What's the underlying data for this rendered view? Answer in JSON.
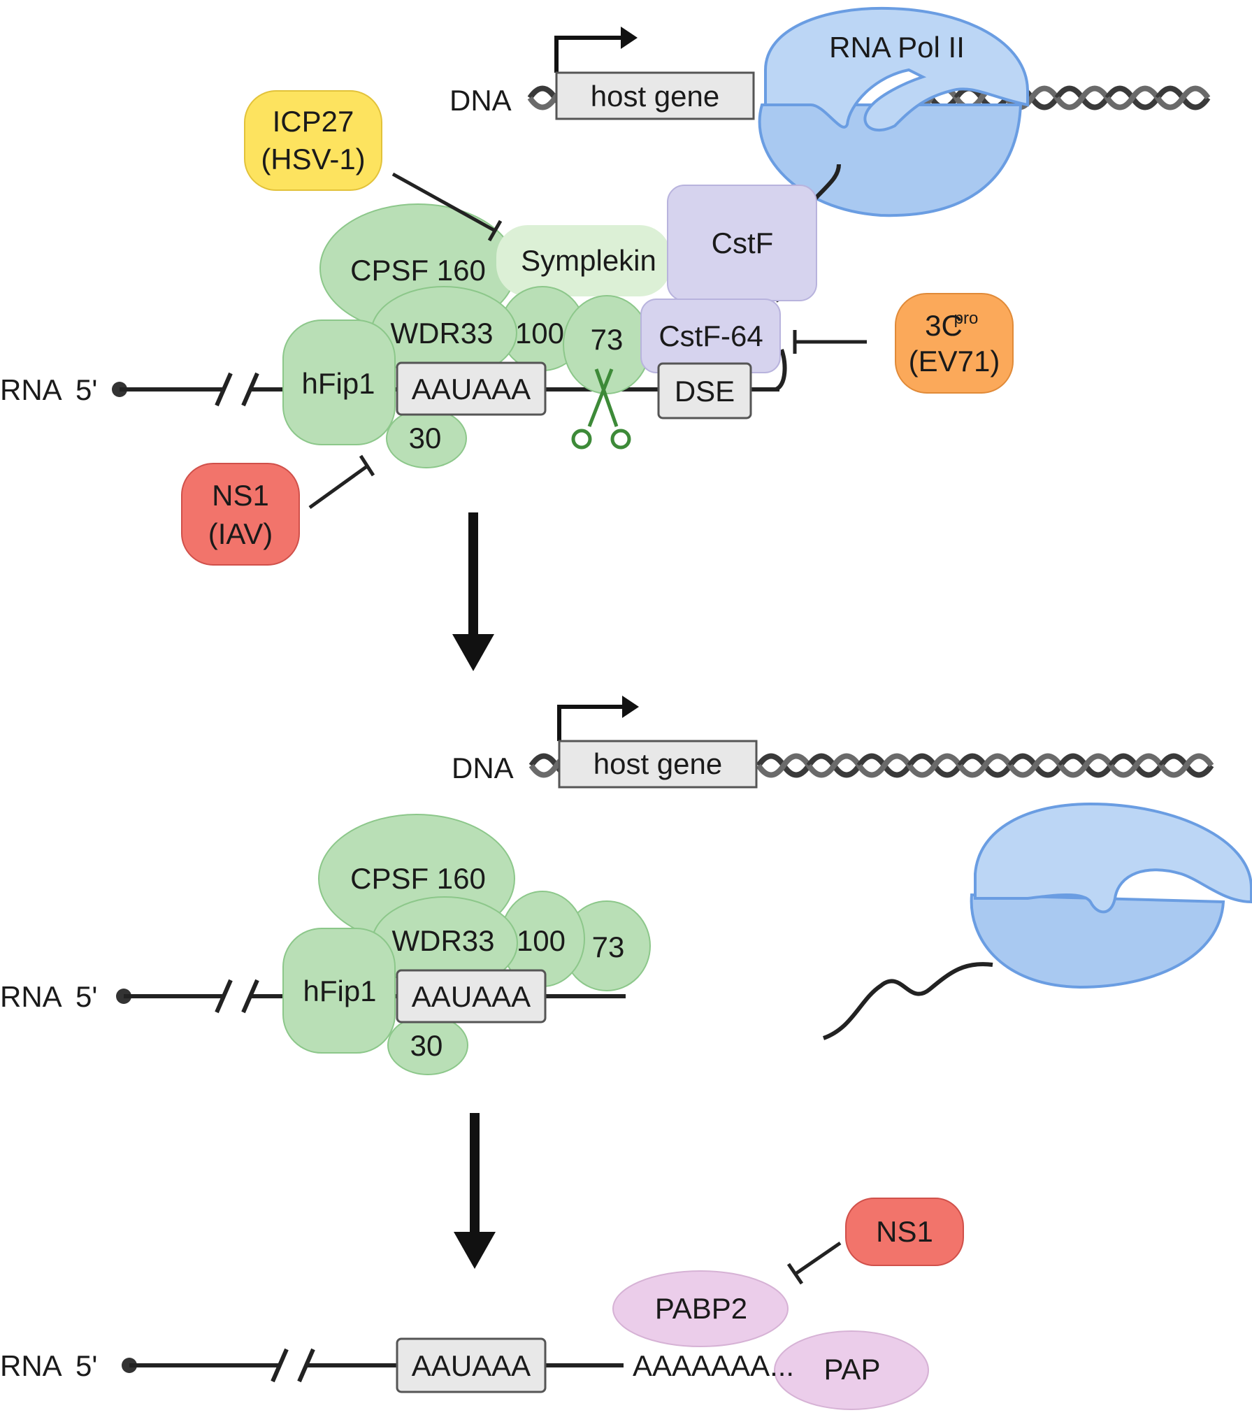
{
  "colors": {
    "protein_green": "#b9dfb6",
    "protein_green_stroke": "#8cc78a",
    "symplekin": "#dcf0d6",
    "cstf": "#d6d3ee",
    "cstf_stroke": "#b8b3dd",
    "polii": "#bcd6f5",
    "polii_stroke": "#6a9de2",
    "icp27": "#fde35f",
    "ev71": "#fba95a",
    "ns1": "#f2746b",
    "pabp": "#ebcdea",
    "box": "#e8e8e8",
    "line": "#222222",
    "scissors": "#3d8a38"
  },
  "panel1": {
    "dna_label": "DNA",
    "gene_label": "host gene",
    "polii_label": "RNA Pol II",
    "rna_label": "RNA",
    "five_prime": "5'",
    "icp27_line1": "ICP27",
    "icp27_line2": "(HSV-1)",
    "cpsf160": "CPSF 160",
    "symplekin": "Symplekin",
    "cstf": "CstF",
    "wdr33": "WDR33",
    "cpsf100": "100",
    "cpsf73": "73",
    "cstf64": "CstF-64",
    "hfip1": "hFip1",
    "pas": "AAUAAA",
    "dse": "DSE",
    "cpsf30": "30",
    "ev71_main": "3C",
    "ev71_sup": "pro",
    "ev71_line2": "(EV71)",
    "ns1_line1": "NS1",
    "ns1_line2": "(IAV)"
  },
  "panel2": {
    "dna_label": "DNA",
    "gene_label": "host gene",
    "rna_label": "RNA",
    "five_prime": "5'",
    "cpsf160": "CPSF 160",
    "wdr33": "WDR33",
    "cpsf100": "100",
    "cpsf73": "73",
    "hfip1": "hFip1",
    "pas": "AAUAAA",
    "cpsf30": "30"
  },
  "panel3": {
    "rna_label": "RNA",
    "five_prime": "5'",
    "pas": "AAUAAA",
    "polya": "AAAAAAA...",
    "pabp2": "PABP2",
    "pap": "PAP",
    "ns1": "NS1"
  }
}
